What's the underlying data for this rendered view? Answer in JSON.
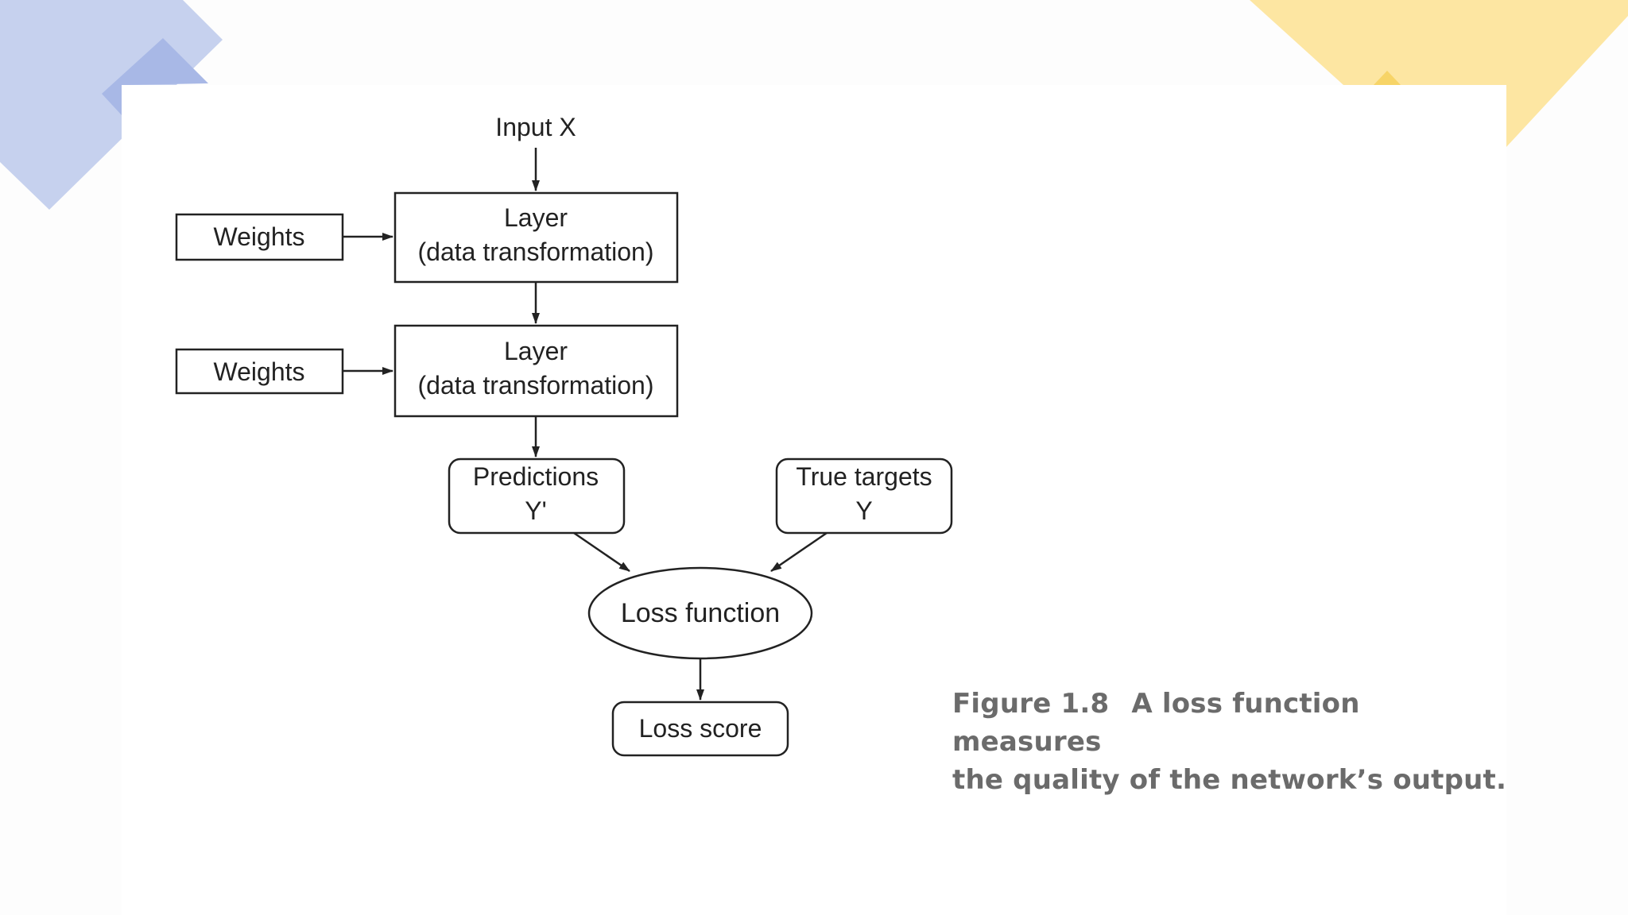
{
  "diagram": {
    "input_label": "Input X",
    "weights_1": "Weights",
    "weights_2": "Weights",
    "layer_1": {
      "line1": "Layer",
      "line2": "(data transformation)"
    },
    "layer_2": {
      "line1": "Layer",
      "line2": "(data transformation)"
    },
    "predictions": {
      "line1": "Predictions",
      "line2": "Y'"
    },
    "true_targets": {
      "line1": "True targets",
      "line2": "Y"
    },
    "loss_function": "Loss function",
    "loss_score": "Loss score"
  },
  "caption": {
    "figure_number": "Figure 1.8",
    "line1": "A loss function measures",
    "line2": "the quality of the network’s output."
  },
  "colors": {
    "shape_blue": "#c6d1ee",
    "shape_blue_dark": "#a8b8e6",
    "shape_yellow": "#fde6a2",
    "stroke": "#222222",
    "caption_text": "#6b6b6b"
  }
}
